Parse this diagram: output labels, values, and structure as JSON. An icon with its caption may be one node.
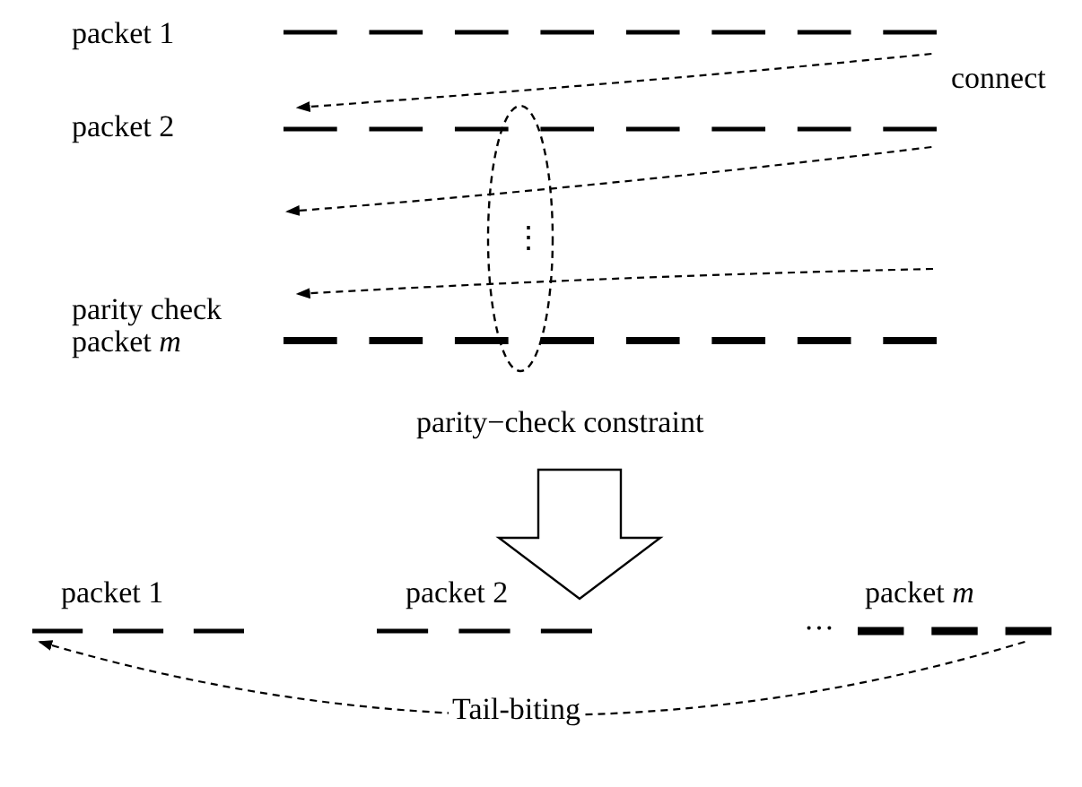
{
  "diagram": {
    "nodes": [
      {
        "text": [
          "packet 1"
        ]
      },
      {
        "text": [
          "packet 2"
        ]
      },
      {
        "text": [
          "parity check packet *m*"
        ]
      },
      {
        "text": [
          "⋮"
        ]
      },
      {
        "text": [
          "packet 1"
        ]
      },
      {
        "text": [
          "packet 2"
        ]
      },
      {
        "text": [
          "packet *m*"
        ]
      }
    ],
    "edges": [
      {
        "from": 0,
        "to": 1,
        "arrow": "to",
        "style": "dashed",
        "label": "connect"
      },
      {
        "from": 1,
        "to": null,
        "arrow": "to",
        "style": "dashed"
      },
      {
        "from": null,
        "to": 2,
        "arrow": "to",
        "style": "dashed"
      },
      {
        "from": 6,
        "to": 4,
        "arrow": "to",
        "style": "dashed",
        "label": "Tail-biting"
      }
    ],
    "labels": [
      "parity−check constraint",
      "…"
    ]
  }
}
